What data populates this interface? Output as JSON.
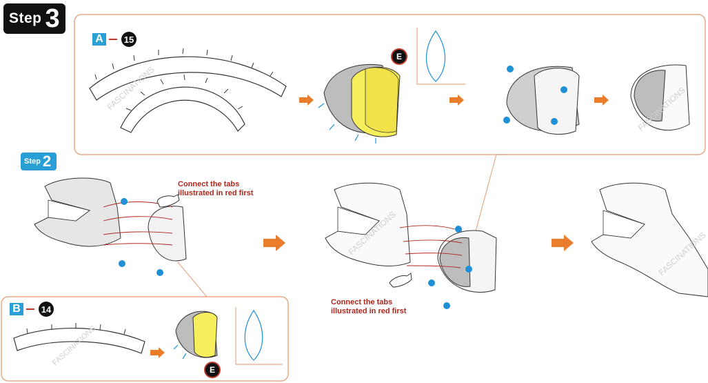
{
  "step_badge": {
    "word": "Step",
    "number": "3"
  },
  "step2_badge": {
    "word": "Step",
    "number": "2"
  },
  "panel_a": {
    "letter": "A",
    "part_number": "15",
    "connector_label": "E"
  },
  "panel_b": {
    "letter": "B",
    "part_number": "14",
    "connector_label": "E"
  },
  "notes": {
    "left_line1": "Connect the tabs",
    "left_line2": "illustrated in red first",
    "center_line1": "Connect the tabs",
    "center_line2": "illustrated in red first"
  },
  "watermark": "FASCINATIONS",
  "colors": {
    "frame": "#e8a987",
    "arrow": "#ea7d2c",
    "blue_dot": "#1f8fd6",
    "red": "#b0261b",
    "yellow": "#f7ee5b",
    "badge_blue": "#2a9fd6"
  }
}
